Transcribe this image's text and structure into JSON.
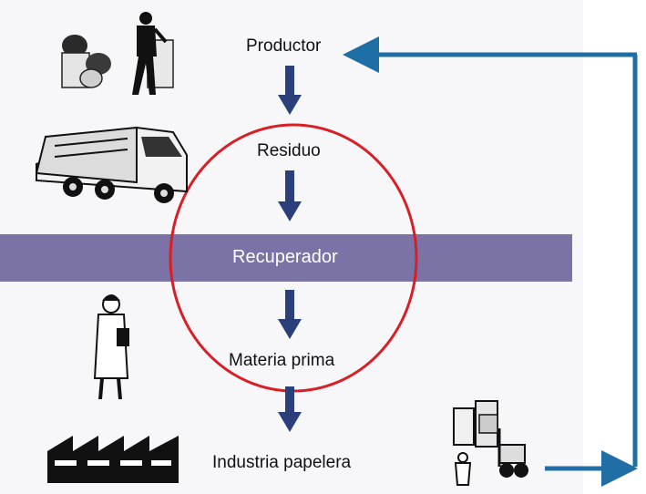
{
  "diagram": {
    "nodes": {
      "productor": "Productor",
      "residuo": "Residuo",
      "recuperador": "Recuperador",
      "materia_prima": "Materia prima",
      "industria": "Industria papelera"
    },
    "icons": {
      "top1": "worker-with-trash-bins-icon",
      "top2": "garbage-truck-icon",
      "bottom1": "inspector-with-clipboard-icon",
      "bottom2": "factory-icon",
      "right": "forklift-warehouse-icon"
    },
    "colors": {
      "band": "#7b73a6",
      "flow_arrow": "#2b3f7a",
      "return_arrow": "#1f6fa6",
      "circle": "#d81f26"
    }
  }
}
